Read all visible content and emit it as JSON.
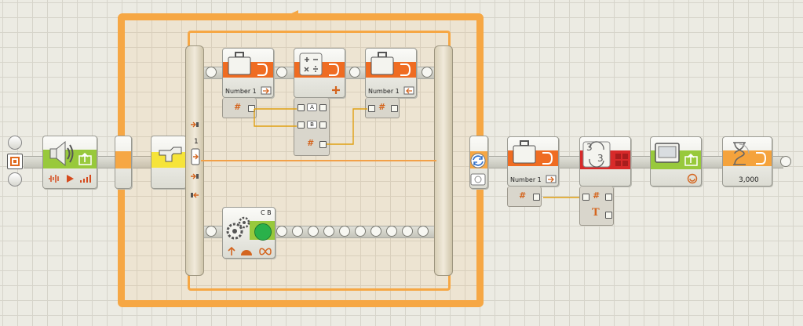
{
  "program": {
    "variable_blocks": [
      {
        "label": "Number 1",
        "mode": "read"
      },
      {
        "label": "Number 1",
        "mode": "write"
      },
      {
        "label": "Number 1",
        "mode": "read"
      }
    ],
    "math_ports": [
      "A",
      "B"
    ],
    "motor_ports": "C B",
    "text_block_icon": {
      "top": "3",
      "bottom": "3"
    },
    "switch_label": "1",
    "wait_value": "3,000",
    "colors": {
      "loop_frame": "#f6a744",
      "variable_band": "#ef6c22",
      "sound_band": "#98c93c",
      "sensor_band": "#f6e43a",
      "convert_band": "#d82a2a",
      "wire": "#e0a012"
    },
    "icons": {
      "start": "start-icon",
      "sound": "speaker-icon",
      "sensor": "touch-sensor-icon",
      "variable": "suitcase-icon",
      "math": "math-operators-icon",
      "motor": "gears-icon",
      "loop": "loop-arrows-icon",
      "convert": "number-to-text-icon",
      "display": "display-icon",
      "wait": "hourglass-icon"
    }
  }
}
